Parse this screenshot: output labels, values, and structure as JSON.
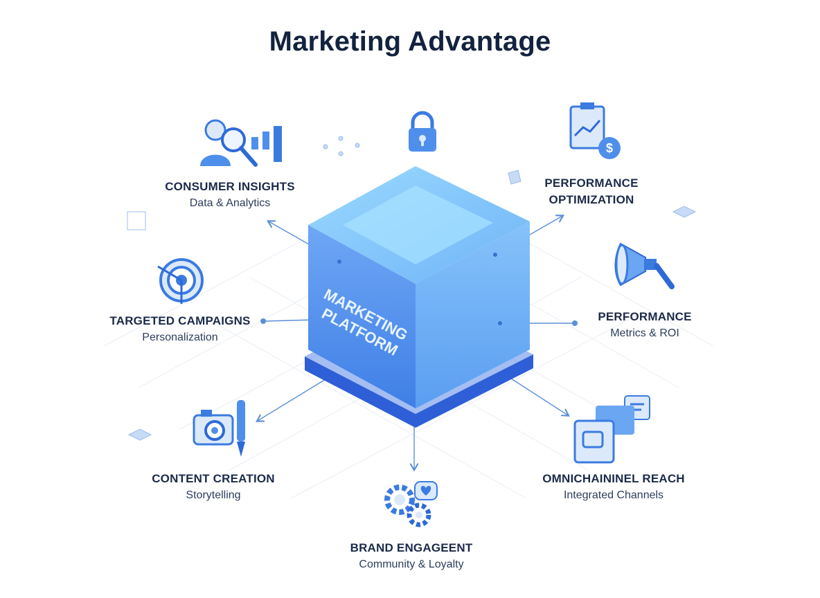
{
  "title": "Marketing Advantage",
  "center": {
    "line1": "MARKETING",
    "line2": "PLATFORM"
  },
  "nodes": [
    {
      "head": "CONSUMER INSIGHTS",
      "sub": "Data & Analytics",
      "icon": "magnifier-person-icon"
    },
    {
      "head": "TARGETED CAMPAIGNS",
      "sub": "Personalization",
      "icon": "target-icon"
    },
    {
      "head": "CONTENT CREATION",
      "sub": "Storytelling",
      "icon": "camera-pen-icon"
    },
    {
      "head": "BRAND ENGAGEENT",
      "sub": "Community & Loyalty",
      "icon": "gears-heart-icon"
    },
    {
      "head": "OMNICHAININEL REACH",
      "sub": "Integrated Channels",
      "icon": "chat-screens-icon"
    },
    {
      "head": "PERFORMANCE",
      "sub": "Metrics & ROI",
      "icon": "megaphone-icon"
    },
    {
      "head": "PERFORMANCE",
      "head2": "OPTIMIZATION",
      "icon": "chart-clipboard-icon"
    }
  ],
  "colors": {
    "accent": "#3b7be0",
    "dark": "#13233f",
    "cube_top": "#7fc8fb",
    "cube_side": "#5b9cf0"
  }
}
